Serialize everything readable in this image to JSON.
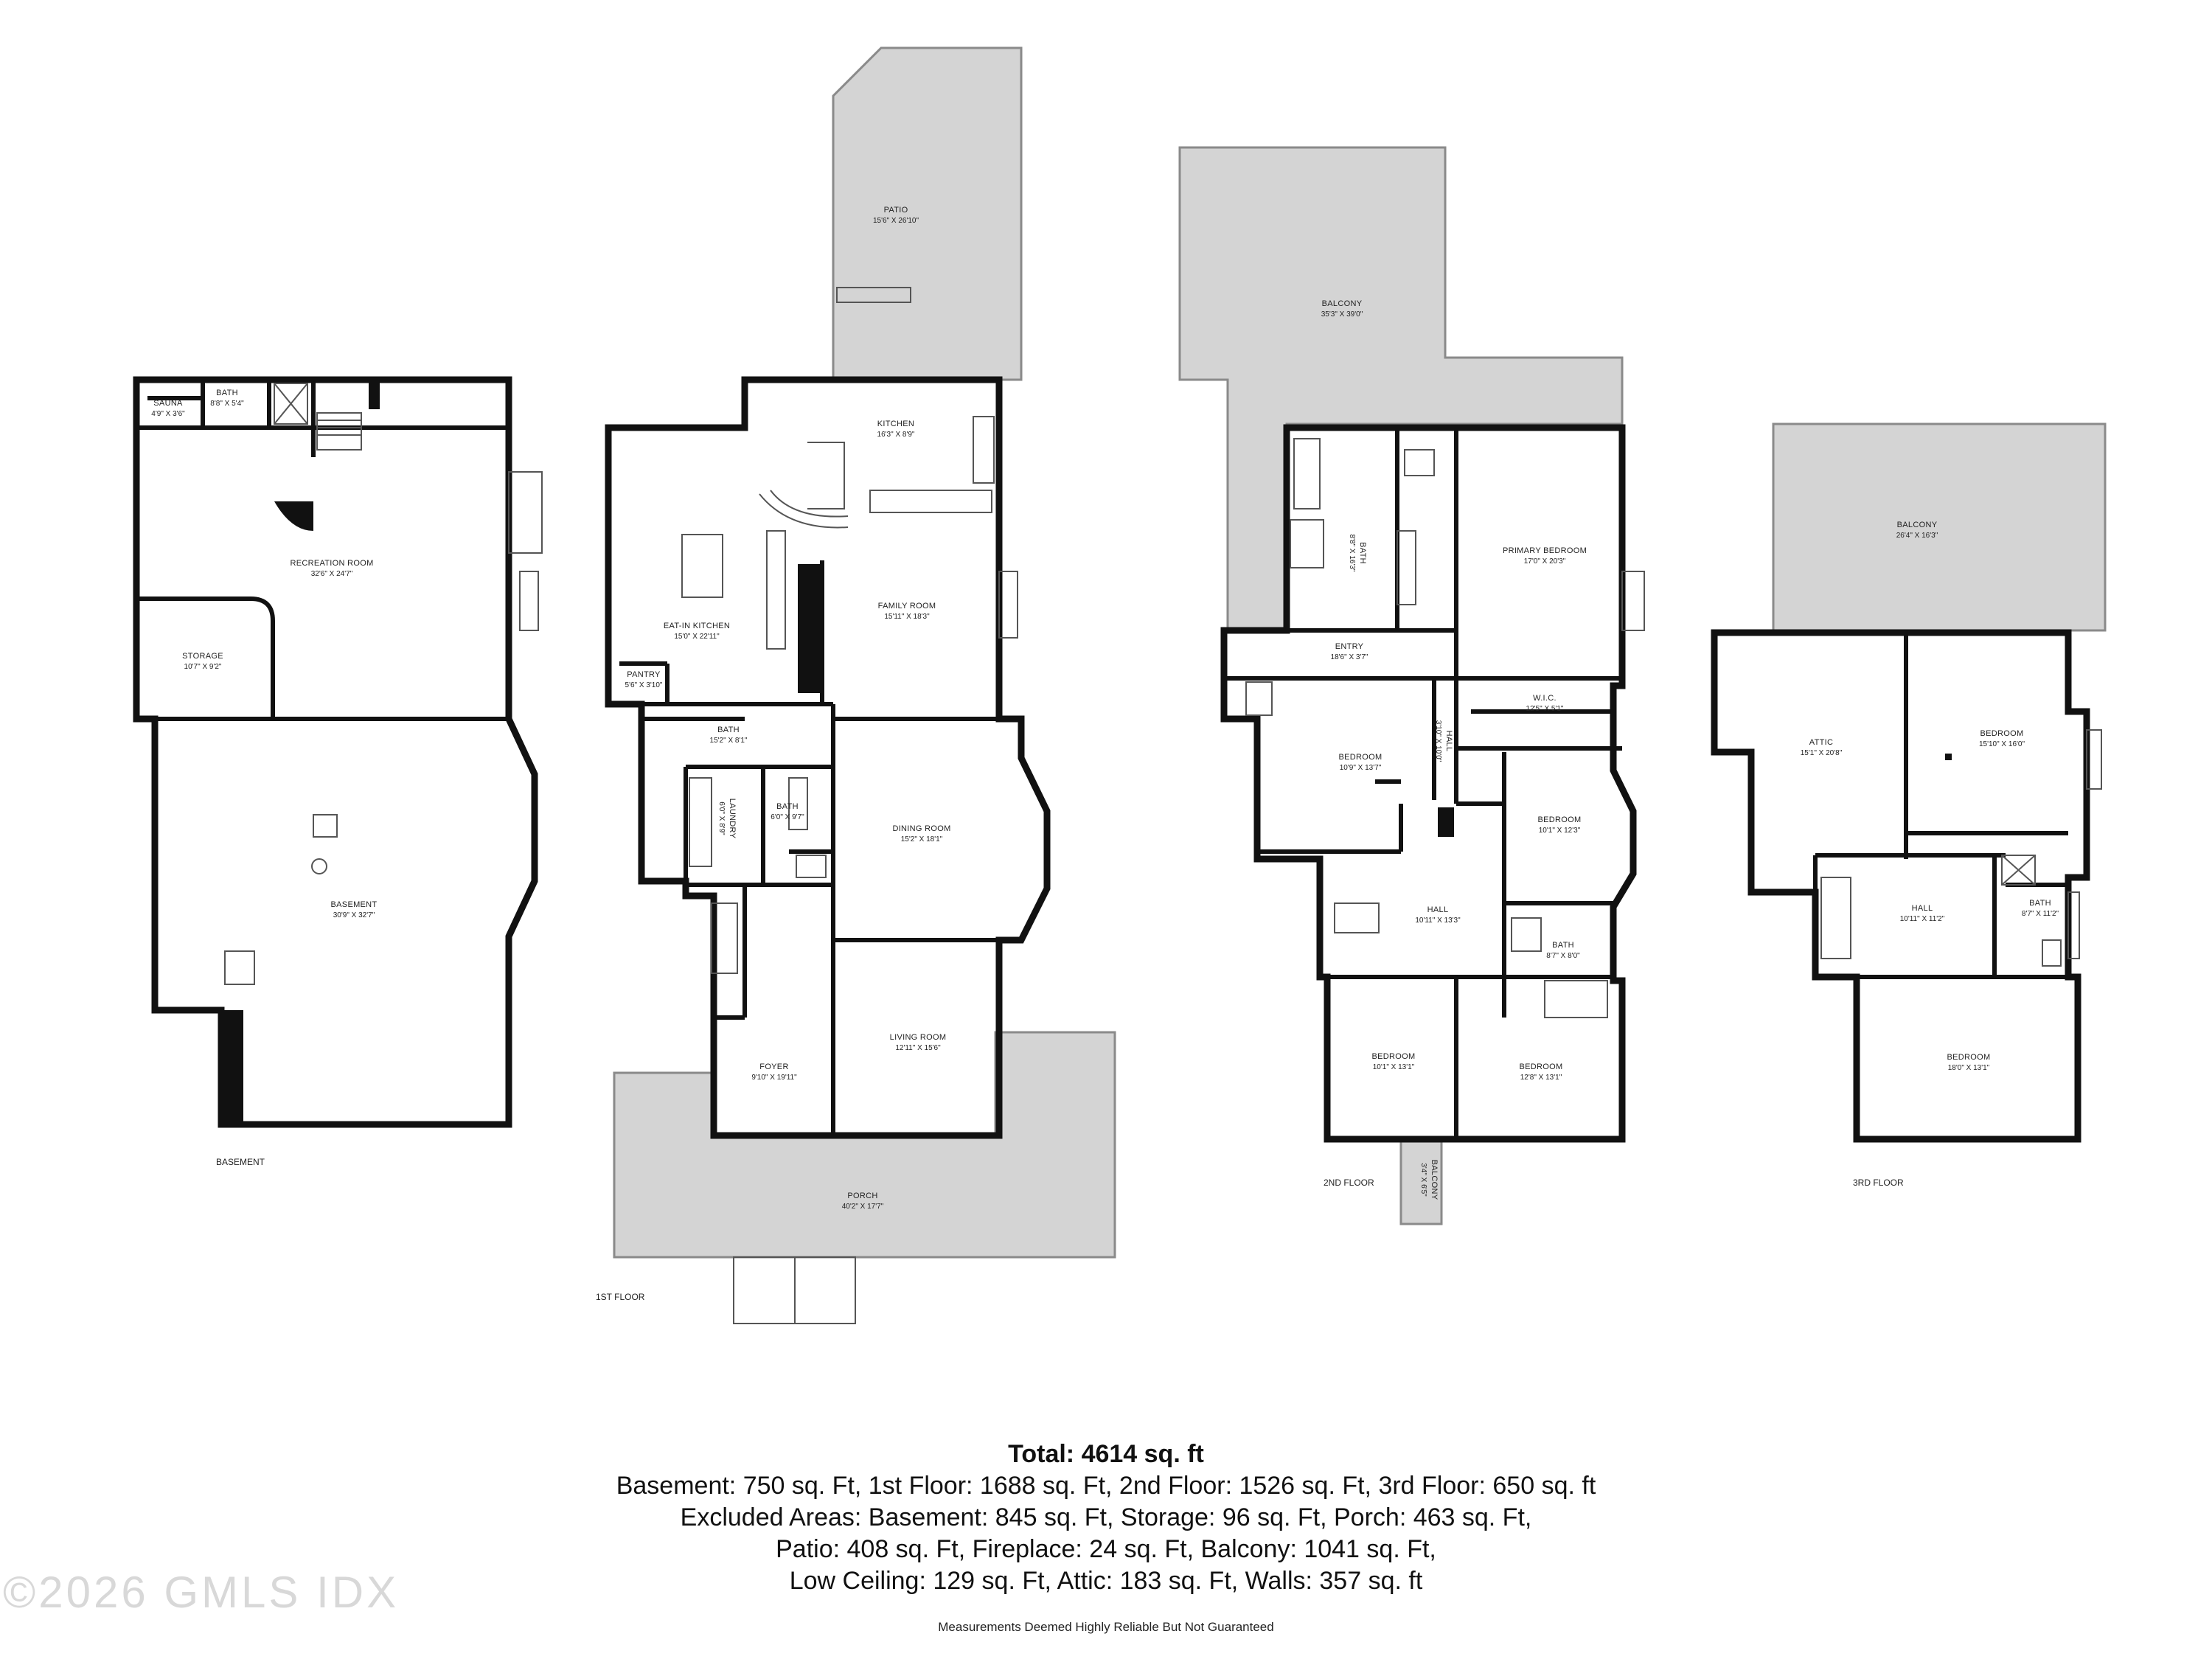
{
  "floors": {
    "basement": {
      "label": "BASEMENT",
      "rooms": {
        "sauna": {
          "name": "SAUNA",
          "dims": "4'9\" X 3'6\""
        },
        "bath": {
          "name": "BATH",
          "dims": "8'8\" X 5'4\""
        },
        "recreation": {
          "name": "RECREATION ROOM",
          "dims": "32'6\" X 24'7\""
        },
        "storage": {
          "name": "STORAGE",
          "dims": "10'7\" X 9'2\""
        },
        "basement": {
          "name": "BASEMENT",
          "dims": "30'9\" X 32'7\""
        }
      }
    },
    "first": {
      "label": "1ST FLOOR",
      "rooms": {
        "patio": {
          "name": "PATIO",
          "dims": "15'6\" X 26'10\""
        },
        "kitchen": {
          "name": "KITCHEN",
          "dims": "16'3\" X 8'9\""
        },
        "eatin": {
          "name": "EAT-IN KITCHEN",
          "dims": "15'0\" X 22'11\""
        },
        "family": {
          "name": "FAMILY ROOM",
          "dims": "15'11\" X 18'3\""
        },
        "pantry": {
          "name": "PANTRY",
          "dims": "5'6\" X 3'10\""
        },
        "bath1": {
          "name": "BATH",
          "dims": "15'2\" X 8'1\""
        },
        "laundry": {
          "name": "LAUNDRY",
          "dims": "6'0\" X 8'9\""
        },
        "bath2": {
          "name": "BATH",
          "dims": "6'0\" X 9'7\""
        },
        "dining": {
          "name": "DINING ROOM",
          "dims": "15'2\" X 18'1\""
        },
        "foyer": {
          "name": "FOYER",
          "dims": "9'10\" X 19'11\""
        },
        "living": {
          "name": "LIVING ROOM",
          "dims": "12'11\" X 15'6\""
        },
        "porch": {
          "name": "PORCH",
          "dims": "40'2\" X 17'7\""
        }
      }
    },
    "second": {
      "label": "2ND FLOOR",
      "rooms": {
        "balcony": {
          "name": "BALCONY",
          "dims": "35'3\" X 39'0\""
        },
        "bath1": {
          "name": "BATH",
          "dims": "8'8\" X 16'3\""
        },
        "primary": {
          "name": "PRIMARY BEDROOM",
          "dims": "17'0\" X 20'3\""
        },
        "entry": {
          "name": "ENTRY",
          "dims": "18'6\" X 3'7\""
        },
        "wic": {
          "name": "W.I.C.",
          "dims": "12'5\" X 5'1\""
        },
        "bedroom1": {
          "name": "BEDROOM",
          "dims": "10'9\" X 13'7\""
        },
        "hall1": {
          "name": "HALL",
          "dims": "3'10\" X 10'0\""
        },
        "bedroom2": {
          "name": "BEDROOM",
          "dims": "10'1\" X 12'3\""
        },
        "hall2": {
          "name": "HALL",
          "dims": "10'11\" X 13'3\""
        },
        "bath2": {
          "name": "BATH",
          "dims": "8'7\" X 8'0\""
        },
        "bedroom3": {
          "name": "BEDROOM",
          "dims": "10'1\" X 13'1\""
        },
        "bedroom4": {
          "name": "BEDROOM",
          "dims": "12'8\" X 13'1\""
        },
        "balcony2": {
          "name": "BALCONY",
          "dims": "3'4\" X 6'5\""
        }
      }
    },
    "third": {
      "label": "3RD FLOOR",
      "rooms": {
        "balcony": {
          "name": "BALCONY",
          "dims": "26'4\" X 16'3\""
        },
        "attic": {
          "name": "ATTIC",
          "dims": "15'1\" X 20'8\""
        },
        "bedroom1": {
          "name": "BEDROOM",
          "dims": "15'10\" X 16'0\""
        },
        "hall": {
          "name": "HALL",
          "dims": "10'11\" X 11'2\""
        },
        "bath": {
          "name": "BATH",
          "dims": "8'7\" X 11'2\""
        },
        "bedroom2": {
          "name": "BEDROOM",
          "dims": "18'0\" X 13'1\""
        }
      }
    }
  },
  "summary": {
    "total": "Total: 4614 sq. ft",
    "lines": [
      "Basement: 750 sq. Ft, 1st Floor: 1688 sq. Ft, 2nd Floor: 1526 sq. Ft, 3rd Floor: 650 sq. ft",
      "Excluded Areas: Basement: 845 sq. Ft, Storage: 96 sq. Ft, Porch: 463 sq. Ft,",
      "Patio: 408 sq. Ft, Fireplace: 24 sq. Ft, Balcony: 1041 sq. Ft,",
      "Low Ceiling: 129 sq. Ft, Attic: 183 sq. Ft, Walls: 357 sq. ft"
    ]
  },
  "disclaimer": "Measurements Deemed Highly Reliable But Not Guaranteed",
  "watermark": "©2026 GMLS IDX"
}
